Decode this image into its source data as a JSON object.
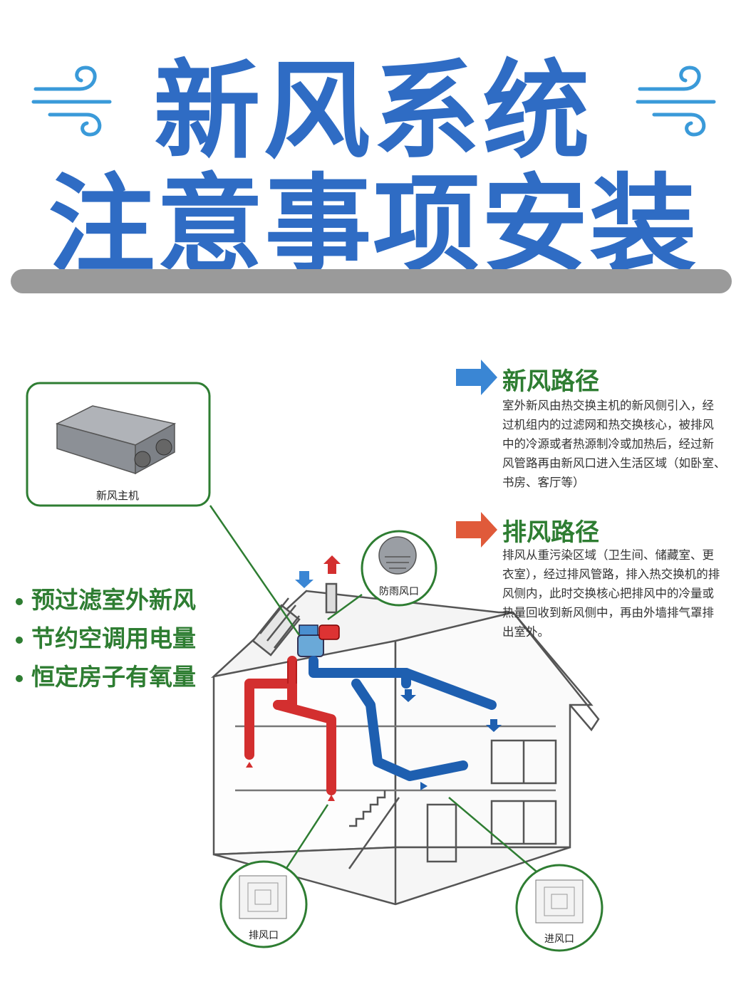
{
  "title": {
    "line1": "新风系统",
    "line2": "注意事项安装"
  },
  "colors": {
    "title_blue": "#2f6cc4",
    "accent_green": "#2e7d32",
    "duct_red": "#d32f2f",
    "duct_blue": "#1e5fb0",
    "bar_gray": "#9a9a9a"
  },
  "fresh_path": {
    "heading": "新风路径",
    "lines": [
      "室外新风由热交换主机的新风侧引入，经",
      "过机组内的过滤网和热交换核心，被排风",
      "中的冷源或者热源制冷或加热后，经过新",
      "风管路再由新风口进入生活区域（如卧室、",
      "书房、客厅等）"
    ]
  },
  "exhaust_path": {
    "heading": "排风路径",
    "lines": [
      "排风从重污染区域（卫生间、储藏室、更",
      "衣室），经过排风管路，排入热交换机的排",
      "风侧内，此时交换核心把排风中的冷量或",
      "热量回收到新风侧中，再由外墙排气罩排",
      "出室外。"
    ]
  },
  "benefits": [
    "预过滤室外新风",
    "节约空调用电量",
    "恒定房子有氧量"
  ],
  "callouts": {
    "unit": "新风主机",
    "rain_vent": "防雨风口",
    "exhaust_vent": "排风口",
    "intake_vent": "进风口"
  }
}
